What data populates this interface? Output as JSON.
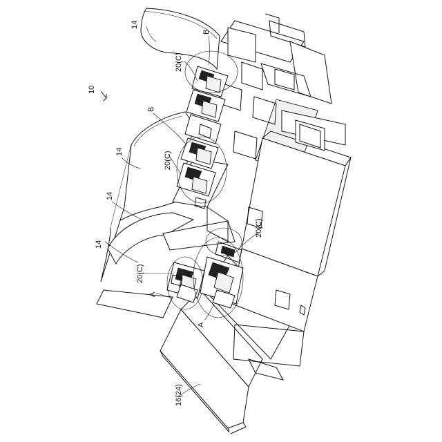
{
  "figure": {
    "labels": {
      "assembly": "10",
      "cable_top": "14",
      "cable_mid": "14",
      "cable_lower": "14",
      "cable_bottom": "14",
      "section_b_top": "B",
      "section_b_mid": "B",
      "section_a_left": "A",
      "section_a_low": "A",
      "connector_top": "20(C)",
      "connector_mid": "20(C)",
      "connector_right": "20(C)",
      "connector_left": "20(C)",
      "board": "16(24)"
    }
  }
}
